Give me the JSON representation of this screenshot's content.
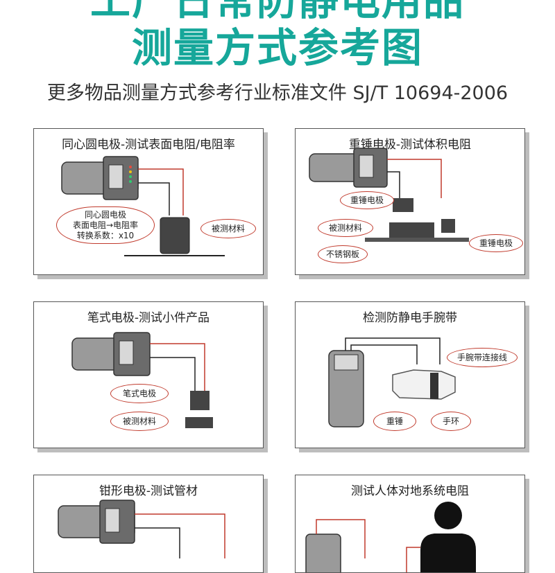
{
  "header": {
    "title_line1": "工厂日常防静电用品",
    "title_line2": "测量方式参考图",
    "subtitle": "更多物品测量方式参考行业标准文件 SJ/T 10694-2006"
  },
  "panels": {
    "p1": {
      "title": "同心圆电极-测试表面电阻/电阻率",
      "note_line1": "同心圆电极",
      "note_line2": "表面电阻→电阻率",
      "note_line3": "转换系数：x10",
      "material": "被测材料"
    },
    "p2": {
      "title": "重锤电极-测试体积电阻",
      "hammer_top": "重锤电极",
      "material": "被测材料",
      "plate": "不锈钢板",
      "hammer_right": "重锤电极"
    },
    "p3": {
      "title": "笔式电极-测试小件产品",
      "pen": "笔式电极",
      "material": "被测材料"
    },
    "p4": {
      "title": "检测防静电手腕带",
      "wire": "手腕带连接线",
      "weight": "重锤",
      "ring": "手环"
    },
    "p5": {
      "title": "钳形电极-测试管材"
    },
    "p6": {
      "title": "测试人体对地系统电阻"
    }
  },
  "colors": {
    "title_teal": "#16a79a",
    "wire_red": "#c0392b",
    "panel_border": "#555555"
  }
}
